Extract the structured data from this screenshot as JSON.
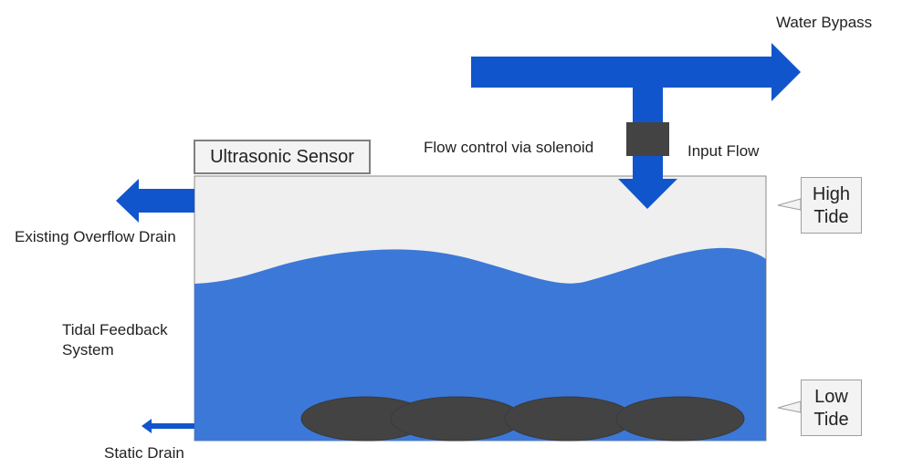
{
  "labels": {
    "water_bypass": "Water Bypass",
    "flow_control": "Flow control via solenoid",
    "input_flow": "Input Flow",
    "ultrasonic_sensor": "Ultrasonic Sensor",
    "existing_overflow_drain": "Existing Overflow Drain",
    "tidal_feedback_line1": "Tidal Feedback",
    "tidal_feedback_line2": "System",
    "static_drain": "Static Drain",
    "high_tide_line1": "High",
    "high_tide_line2": "Tide",
    "low_tide_line1": "Low",
    "low_tide_line2": "Tide"
  },
  "colors": {
    "pipe_blue": "#1155cc",
    "water_blue": "#3c78d8",
    "tank_air": "#efefef",
    "tank_border": "#8a8a8a",
    "solenoid": "#434343",
    "rock": "#434343"
  }
}
